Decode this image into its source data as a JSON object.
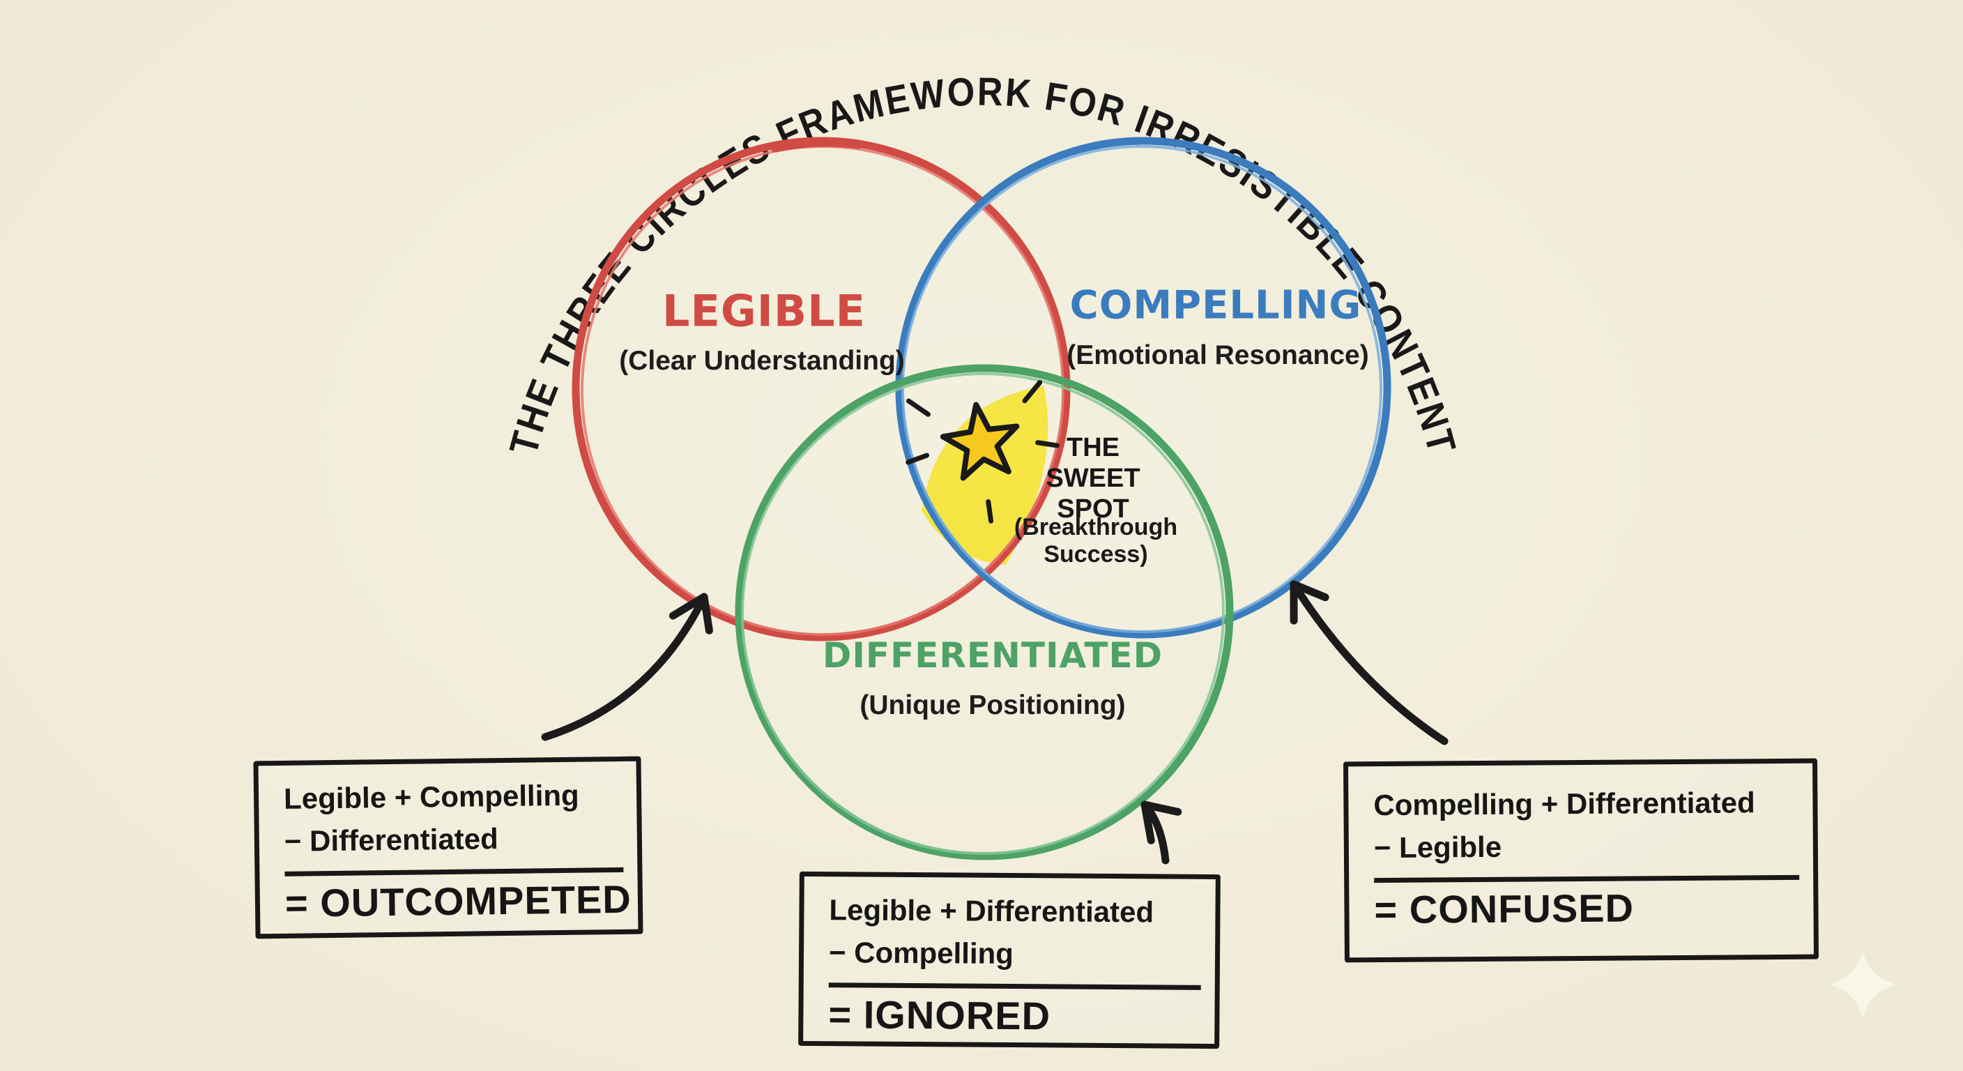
{
  "title": {
    "text": "THE THREE CIRCLES FRAMEWORK FOR IRRESISTIBLE CONTENT"
  },
  "background_color": "#f1edda",
  "ink_color": "#1b1b1b",
  "circles": [
    {
      "name": "legible",
      "label": "LEGIBLE",
      "sublabel": "(Clear Understanding)",
      "color": "#d04b43",
      "highlight": "#e4776f"
    },
    {
      "name": "compelling",
      "label": "COMPELLING",
      "sublabel": "(Emotional Resonance)",
      "color": "#3a7cbe",
      "highlight": "#7aaede"
    },
    {
      "name": "differentiated",
      "label": "DIFFERENTIATED",
      "sublabel": "(Unique Positioning)",
      "color": "#4da265",
      "highlight": "#84c697"
    }
  ],
  "sweet_spot": {
    "fill_color": "#f4e437",
    "star_color": "#f6c91e",
    "lines": [
      "THE",
      "SWEET",
      "SPOT"
    ],
    "sublines": [
      "(Breakthrough",
      "Success)"
    ]
  },
  "result_boxes": [
    {
      "name": "outcompeted",
      "line1": "Legible + Compelling",
      "line2": "− Differentiated",
      "result": "= OUTCOMPETED"
    },
    {
      "name": "ignored",
      "line1": "Legible + Differentiated",
      "line2": "− Compelling",
      "result": "= IGNORED"
    },
    {
      "name": "confused",
      "line1": "Compelling + Differentiated",
      "line2": "− Legible",
      "result": "= CONFUSED"
    }
  ],
  "watermark": {
    "icon": "sparkle-icon",
    "color": "#fbf7e9"
  }
}
